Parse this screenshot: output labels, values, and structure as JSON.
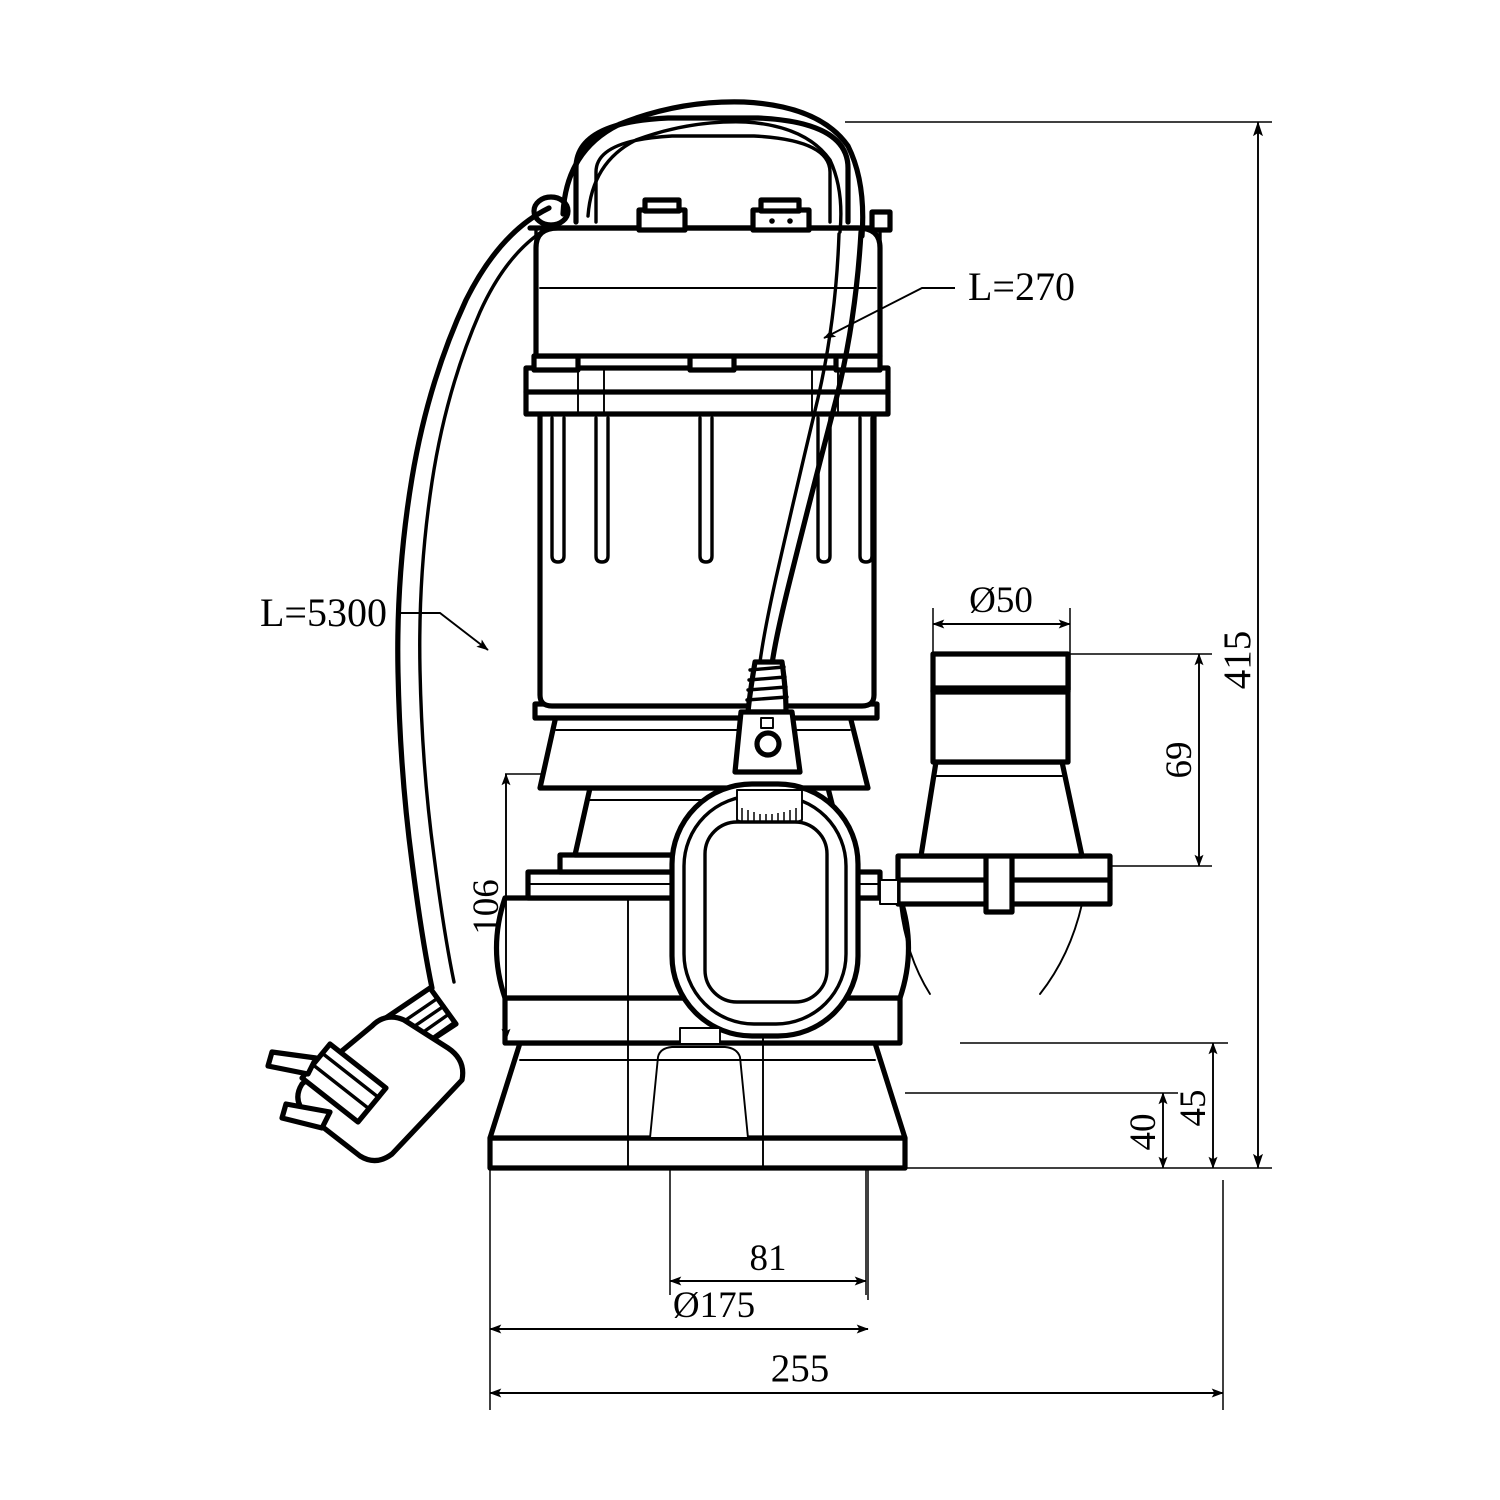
{
  "drawing": {
    "type": "technical-dimension-drawing",
    "subject": "submersible sewage pump with float switch",
    "units": "mm",
    "line_color": "#000000",
    "background_color": "#ffffff"
  },
  "labels": {
    "cable_handle": "L=270",
    "cable_power": "L=5300"
  },
  "dimensions": {
    "total_height": "415",
    "outlet_height": "69",
    "pump_body_height": "106",
    "base_height_outer": "45",
    "base_height_inner": "40",
    "outlet_diameter": "Ø50",
    "base_diameter": "Ø175",
    "overall_width": "255",
    "float_width": "81"
  },
  "dimension_list": [
    {
      "name": "total_height",
      "value": "415",
      "orientation": "vertical"
    },
    {
      "name": "outlet_height",
      "value": "69",
      "orientation": "vertical"
    },
    {
      "name": "pump_body_height",
      "value": "106",
      "orientation": "vertical"
    },
    {
      "name": "base_height_outer",
      "value": "45",
      "orientation": "vertical"
    },
    {
      "name": "base_height_inner",
      "value": "40",
      "orientation": "vertical"
    },
    {
      "name": "outlet_diameter",
      "value": "Ø50",
      "orientation": "horizontal"
    },
    {
      "name": "base_diameter",
      "value": "Ø175",
      "orientation": "horizontal"
    },
    {
      "name": "overall_width",
      "value": "255",
      "orientation": "horizontal"
    },
    {
      "name": "float_width",
      "value": "81",
      "orientation": "horizontal"
    }
  ]
}
